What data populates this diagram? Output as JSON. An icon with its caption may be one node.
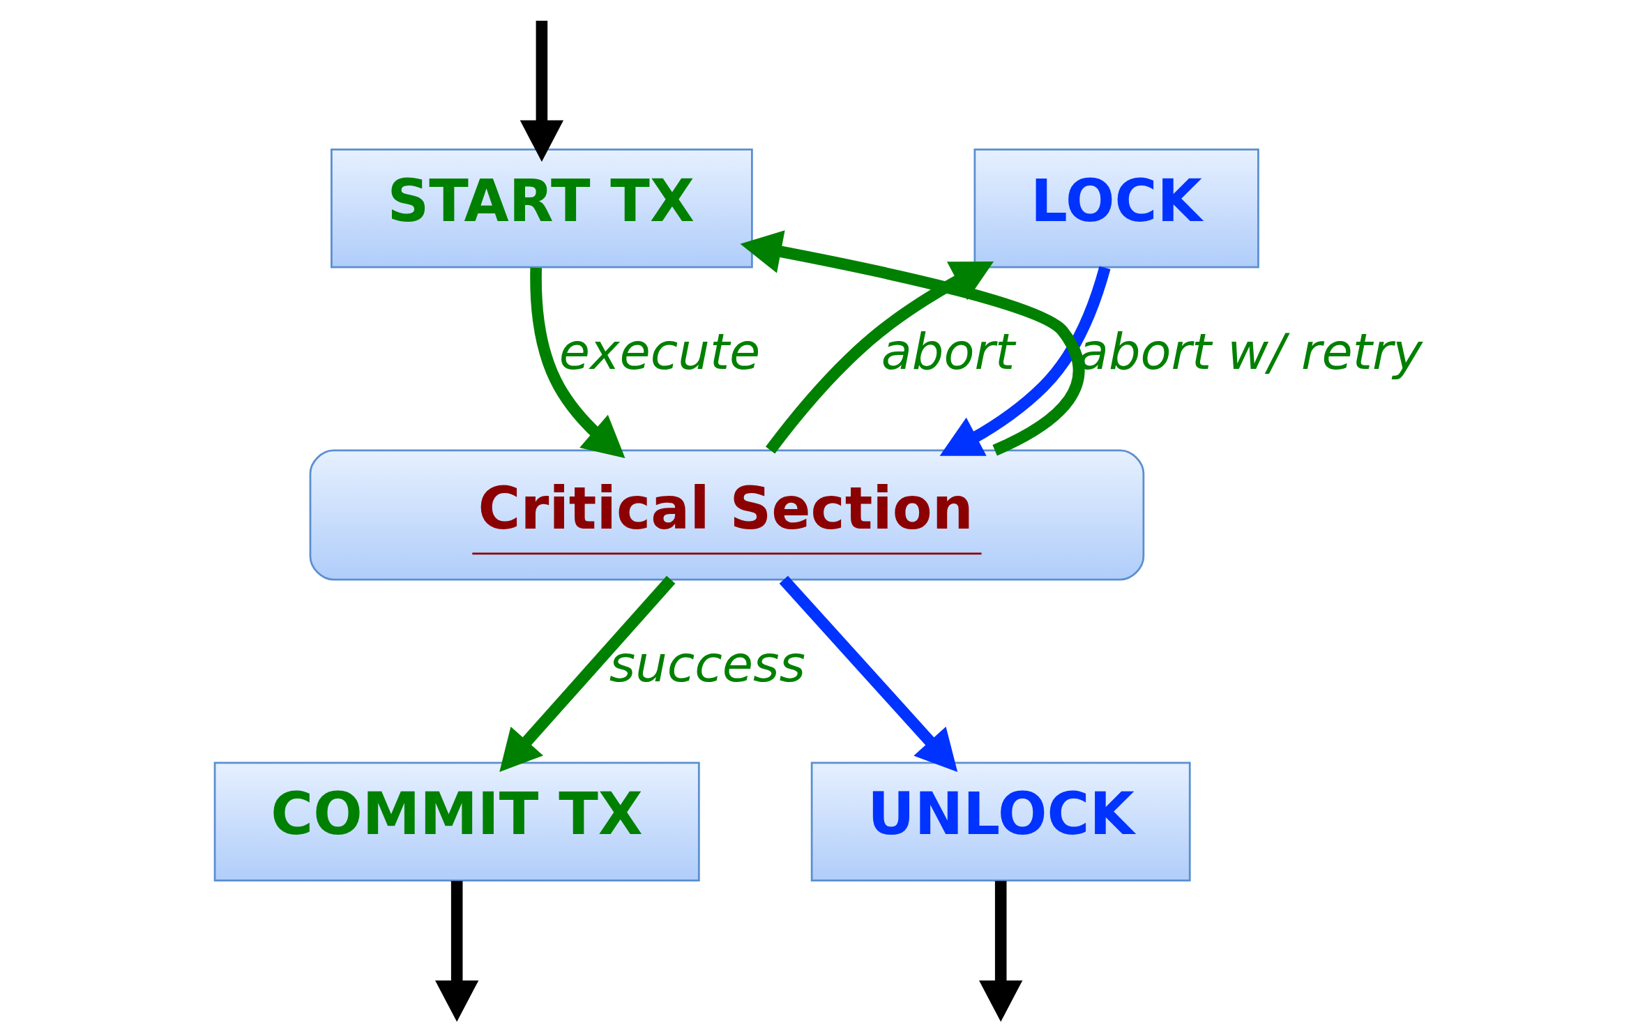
{
  "diagram": {
    "nodes": [
      {
        "text": [
          "START TX"
        ]
      },
      {
        "text": [
          "LOCK"
        ]
      },
      {
        "text": [
          "Critical Section"
        ]
      },
      {
        "text": [
          "COMMIT TX"
        ]
      },
      {
        "text": [
          "UNLOCK"
        ]
      }
    ],
    "edges": [
      {
        "from": null,
        "to": 0,
        "arrow": "to",
        "color": "#000000"
      },
      {
        "from": 0,
        "to": 2,
        "arrow": "to",
        "label": "execute",
        "color": "#008000"
      },
      {
        "from": 1,
        "to": 2,
        "arrow": "to",
        "color": "#0033ff"
      },
      {
        "from": 2,
        "to": 0,
        "arrow": "to",
        "label": "abort w/ retry",
        "color": "#008000"
      },
      {
        "from": 2,
        "to": 1,
        "arrow": "to",
        "label": "abort",
        "color": "#008000"
      },
      {
        "from": 2,
        "to": 3,
        "arrow": "to",
        "label": "success",
        "color": "#008000"
      },
      {
        "from": 2,
        "to": 4,
        "arrow": "to",
        "color": "#0033ff"
      },
      {
        "from": 3,
        "to": null,
        "arrow": "to",
        "color": "#000000"
      },
      {
        "from": 4,
        "to": null,
        "arrow": "to",
        "color": "#000000"
      }
    ]
  }
}
